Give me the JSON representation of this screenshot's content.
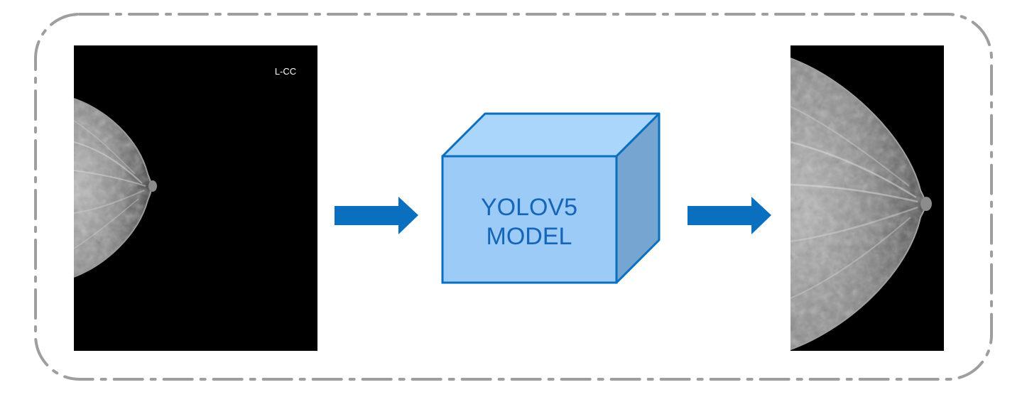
{
  "input_image": {
    "view_label": "L-CC"
  },
  "model_box": {
    "line1": "YOLOV5",
    "line2": "MODEL"
  },
  "colors": {
    "frame_dash": "#9e9e9e",
    "arrow": "#0a6fbf",
    "cube_front": "#9ccbf7",
    "cube_top": "#aad6fb",
    "cube_side": "#76a5d2",
    "cube_stroke": "#0a6fbf",
    "cube_text": "#1565b8",
    "image_bg": "#000000"
  }
}
